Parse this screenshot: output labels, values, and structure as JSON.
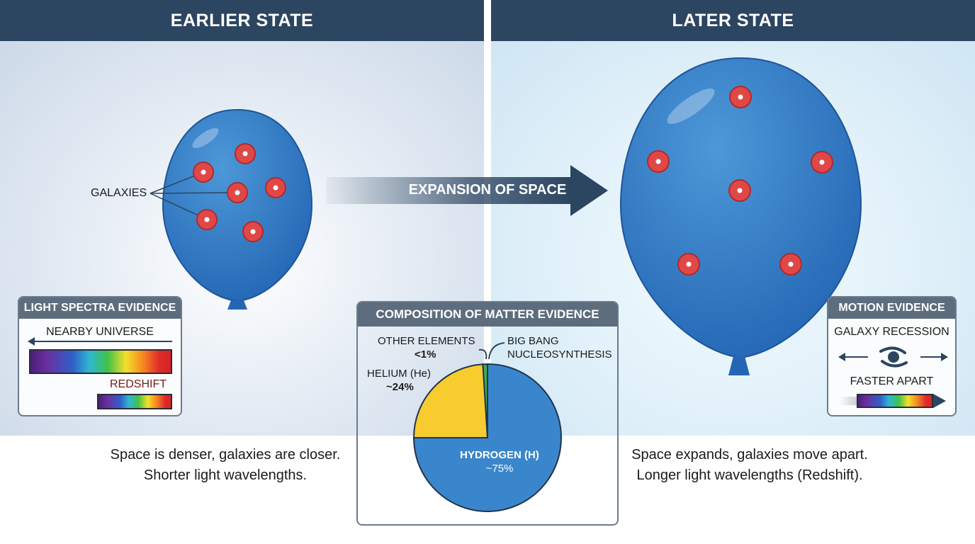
{
  "headers": {
    "left": "EARLIER STATE",
    "right": "LATER STATE"
  },
  "left": {
    "galaxies_label": "GALAXIES",
    "caption_line1": "Space is denser, galaxies are closer.",
    "caption_line2": "Shorter light wavelengths."
  },
  "right": {
    "caption_line1": "Space expands, galaxies move apart.",
    "caption_line2": "Longer light wavelengths (Redshift)."
  },
  "arrow_label": "EXPANSION OF SPACE",
  "light_spectra": {
    "title": "LIGHT SPECTRA EVIDENCE",
    "nearby": "NEARBY UNIVERSE",
    "redshift": "REDSHIFT"
  },
  "motion": {
    "title": "MOTION EVIDENCE",
    "recession": "GALAXY RECESSION",
    "faster": "FASTER APART",
    "icon": "spiral-galaxy-icon"
  },
  "composition": {
    "title": "COMPOSITION OF MATTER EVIDENCE",
    "other_label": "OTHER ELEMENTS",
    "other_value": "<1%",
    "bbn_line1": "BIG BANG",
    "bbn_line2": "NUCLEOSYNTHESIS",
    "helium_label": "HELIUM (He)",
    "helium_value": "~24%",
    "hydrogen_label": "HYDROGEN (H)",
    "hydrogen_value": "~75%"
  },
  "chart_data": {
    "type": "pie",
    "slices": [
      {
        "label": "HYDROGEN (H)",
        "value": 75,
        "color": "#3a86cc"
      },
      {
        "label": "HELIUM (He)",
        "value": 24,
        "color": "#f8cc2e"
      },
      {
        "label": "OTHER ELEMENTS",
        "value": 1,
        "color": "#3fae4a"
      }
    ]
  },
  "colors": {
    "header": "#2c4560",
    "balloon": "#2f78c4",
    "galaxy": "#e04848"
  }
}
